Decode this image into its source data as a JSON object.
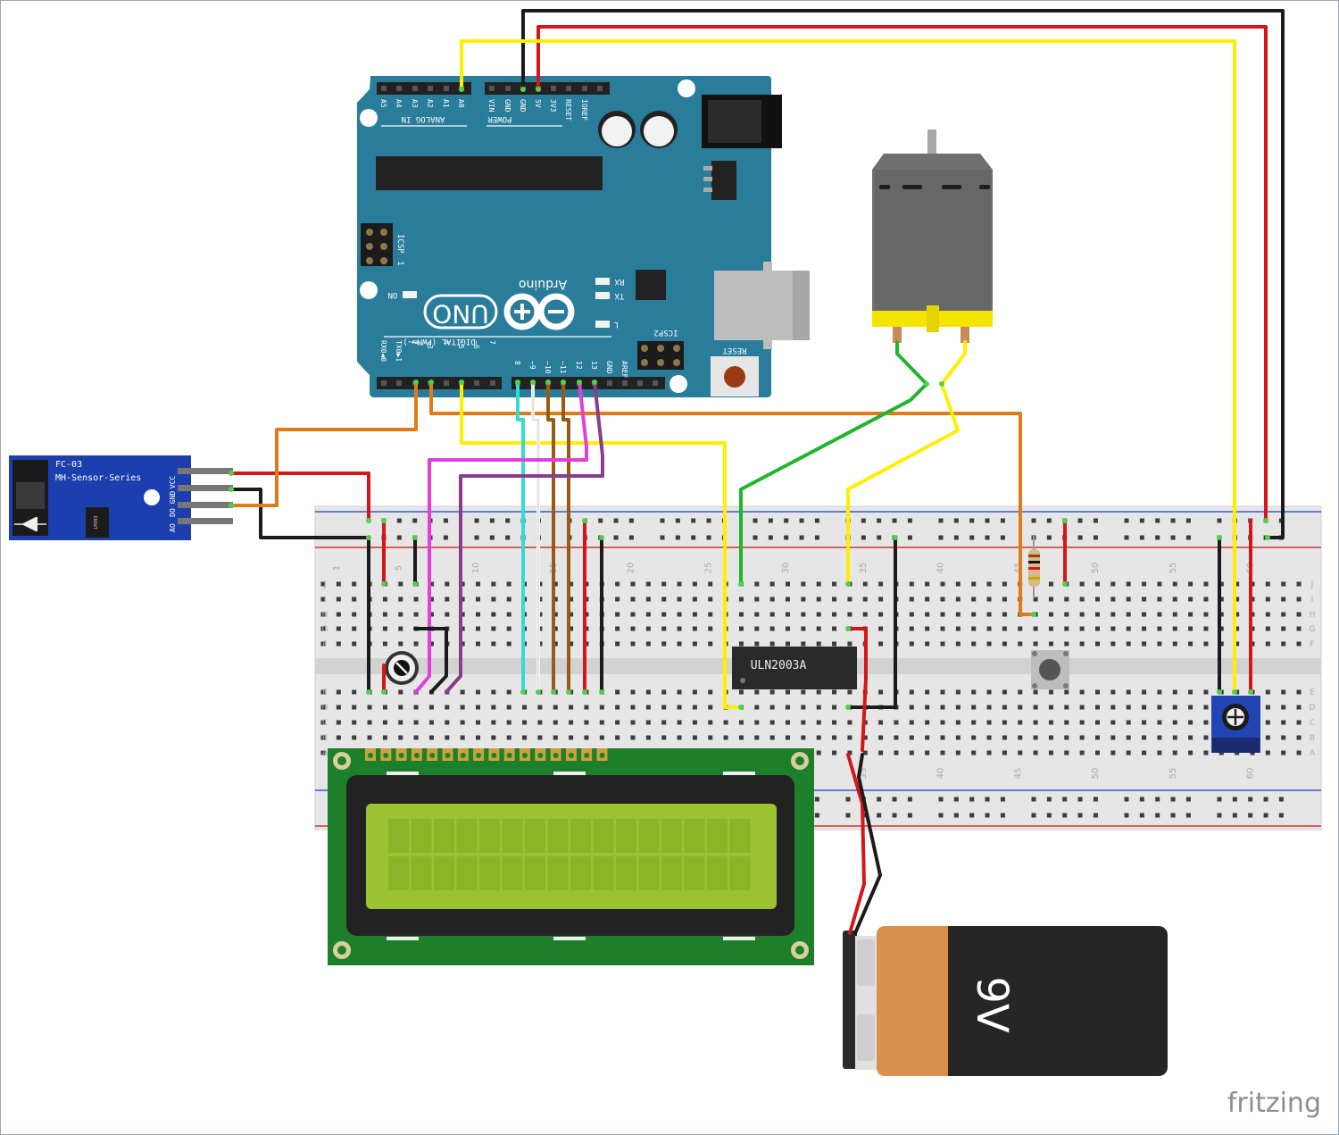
{
  "watermark": "fritzing",
  "arduino": {
    "brand": "Arduino",
    "model": "UNO",
    "analog_header": "ANALOG IN",
    "power_header": "POWER",
    "digital_header": "DIGITAL (PWM=~)",
    "analog_pins": [
      "A5",
      "A4",
      "A3",
      "A2",
      "A1",
      "A0"
    ],
    "power_pins": [
      "VIN",
      "GND",
      "GND",
      "5V",
      "3V3",
      "RESET",
      "IOREF"
    ],
    "digital_low": [
      "RX0◀0",
      "TX0▶1",
      "2",
      "~3",
      "4",
      "~5",
      "~6",
      "7"
    ],
    "digital_high": [
      "8",
      "~9",
      "~10",
      "~11",
      "12",
      "13",
      "GND",
      "AREF"
    ],
    "icsp": "ICSP",
    "icsp2": "ICSP2",
    "reset": "RESET",
    "led_on": "ON",
    "led_rx": "RX",
    "led_tx": "TX",
    "led_l": "L",
    "icsp_pin1": "1"
  },
  "sensor": {
    "model": "FC-03",
    "series": "MH-Sensor-Series",
    "pins": [
      "VCC",
      "GND",
      "DO",
      "AO"
    ],
    "chip": "LM393"
  },
  "breadboard": {
    "row_letters_top": [
      "J",
      "I",
      "H",
      "G",
      "F"
    ],
    "row_letters_bottom": [
      "E",
      "D",
      "C",
      "B",
      "A"
    ],
    "column_numbers": [
      "1",
      "5",
      "10",
      "15",
      "20",
      "25",
      "30",
      "35",
      "40",
      "45",
      "50",
      "55",
      "60"
    ]
  },
  "ic": {
    "label": "ULN2003A"
  },
  "battery": {
    "label": "9V"
  },
  "colors": {
    "arduino": "#2a7c9b",
    "wire_red": "#d4161b",
    "wire_black": "#1b1b1b",
    "wire_yellow": "#ffee00",
    "wire_orange": "#e07b18",
    "wire_green": "#1fb52a",
    "wire_pink": "#e040d8",
    "wire_purple": "#8a3c8e",
    "wire_cyan": "#33dbd1",
    "wire_brown": "#9a5a14",
    "lcd_board": "#1e7f2a",
    "lcd_screen": "#9bc331",
    "sensor_board": "#1c3fb0"
  }
}
